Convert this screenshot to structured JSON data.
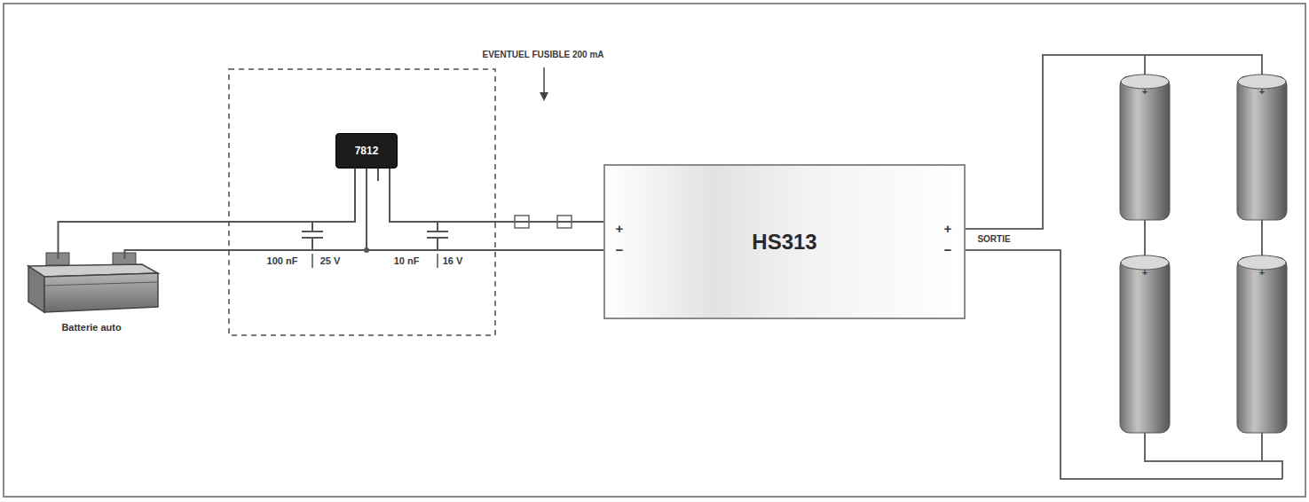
{
  "diagram": {
    "nodes": [
      {
        "text": [
          "Batterie auto"
        ]
      },
      {
        "text": [
          "7812"
        ]
      },
      {
        "text": [
          "HS313"
        ]
      }
    ],
    "edges": [
      {
        "from": 0,
        "to": 1,
        "arrow": "none"
      },
      {
        "from": 1,
        "to": 2,
        "arrow": "none"
      },
      {
        "from": 0,
        "to": 2,
        "arrow": "none"
      }
    ],
    "labels": [
      "100 nF",
      "25 V",
      "10 nF",
      "16 V",
      "EVENTUEL FUSIBLE 200 mA",
      "+",
      "−",
      "+",
      "−",
      "SORTIE",
      "+",
      "+",
      "+",
      "+"
    ]
  }
}
